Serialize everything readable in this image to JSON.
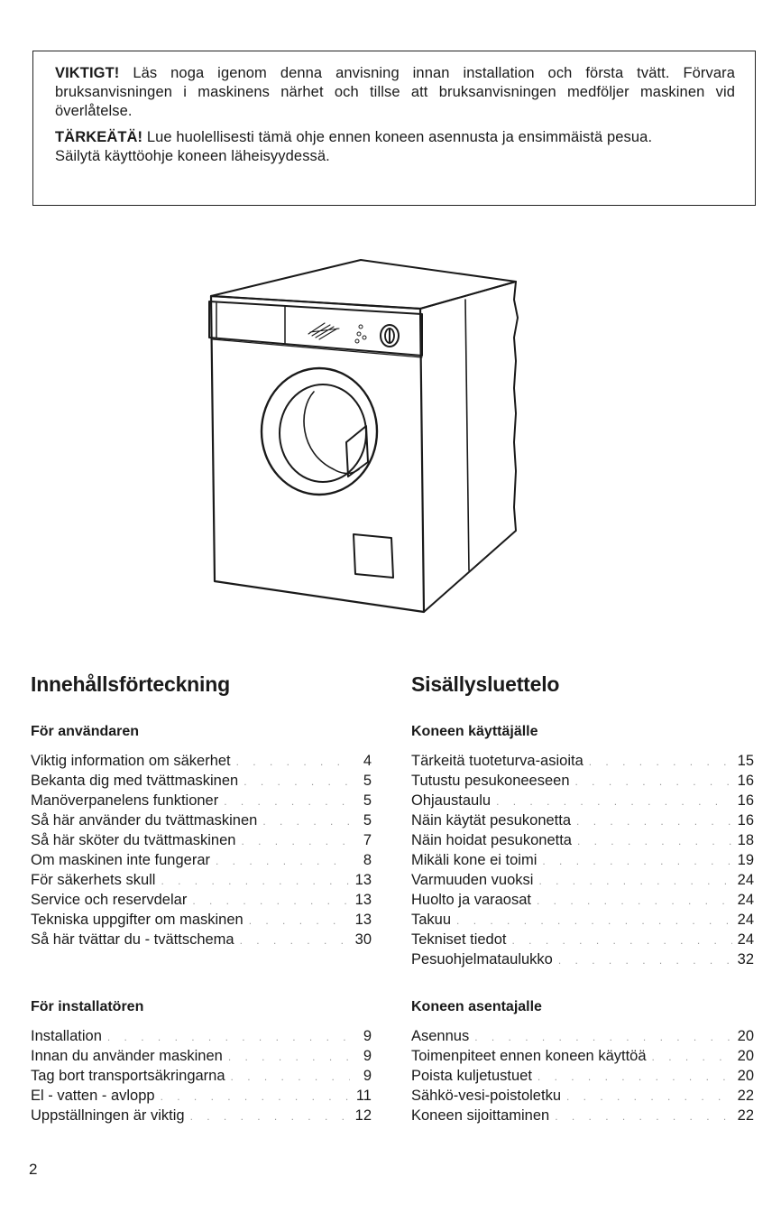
{
  "notice": {
    "sv_label": "VIKTIGT!",
    "sv_text": " Läs noga igenom denna anvisning innan installation och första tvätt. Förvara bruksanvisningen i maskinens närhet och tillse att bruksanvisningen medföljer maskinen vid överlåtelse.",
    "fi_label": "TÄRKEÄTÄ!",
    "fi_text": " Lue huolellisesti tämä ohje ennen koneen asennusta ja ensimmäistä pesua.",
    "fi_text2": "Säilytä käyttöohje koneen läheisyydessä."
  },
  "toc_sv": {
    "title": "Innehållsförteckning",
    "user_heading": "För användaren",
    "user_items": [
      {
        "label": "Viktig information om säkerhet",
        "page": "4"
      },
      {
        "label": "Bekanta dig med tvättmaskinen",
        "page": "5"
      },
      {
        "label": "Manöverpanelens funktioner",
        "page": "5"
      },
      {
        "label": "Så här använder du tvättmaskinen",
        "page": "5"
      },
      {
        "label": "Så här sköter du tvättmaskinen",
        "page": "7"
      },
      {
        "label": "Om maskinen inte fungerar",
        "page": "8"
      },
      {
        "label": "För säkerhets skull",
        "page": "13"
      },
      {
        "label": "Service och reservdelar",
        "page": "13"
      },
      {
        "label": "Tekniska uppgifter om maskinen",
        "page": "13"
      },
      {
        "label": "Så här tvättar du - tvättschema",
        "page": "30"
      }
    ],
    "installer_heading": "För installatören",
    "installer_items": [
      {
        "label": "Installation",
        "page": "9"
      },
      {
        "label": "Innan du använder maskinen",
        "page": "9"
      },
      {
        "label": "Tag bort transportsäkringarna",
        "page": "9"
      },
      {
        "label": "El - vatten - avlopp",
        "page": "11"
      },
      {
        "label": "Uppställningen är viktig",
        "page": "12"
      }
    ]
  },
  "toc_fi": {
    "title": "Sisällysluettelo",
    "user_heading": "Koneen käyttäjälle",
    "user_items": [
      {
        "label": "Tärkeitä tuoteturva-asioita",
        "page": "15"
      },
      {
        "label": "Tutustu pesukoneeseen",
        "page": "16"
      },
      {
        "label": "Ohjaustaulu",
        "page": "16"
      },
      {
        "label": "Näin käytät pesukonetta",
        "page": "16"
      },
      {
        "label": "Näin hoidat pesukonetta",
        "page": "18"
      },
      {
        "label": "Mikäli kone ei toimi",
        "page": "19"
      },
      {
        "label": "Varmuuden vuoksi",
        "page": "24"
      },
      {
        "label": "Huolto ja varaosat",
        "page": "24"
      },
      {
        "label": "Takuu",
        "page": "24"
      },
      {
        "label": "Tekniset tiedot",
        "page": "24"
      },
      {
        "label": "Pesuohjelmataulukko",
        "page": "32"
      }
    ],
    "installer_heading": "Koneen asentajalle",
    "installer_items": [
      {
        "label": "Asennus",
        "page": "20"
      },
      {
        "label": "Toimenpiteet ennen koneen käyttöä",
        "page": "20"
      },
      {
        "label": "Poista kuljetustuet",
        "page": "20"
      },
      {
        "label": "Sähkö-vesi-poistoletku",
        "page": "22"
      },
      {
        "label": "Koneen sijoittaminen",
        "page": "22"
      }
    ]
  },
  "page_number": "2"
}
